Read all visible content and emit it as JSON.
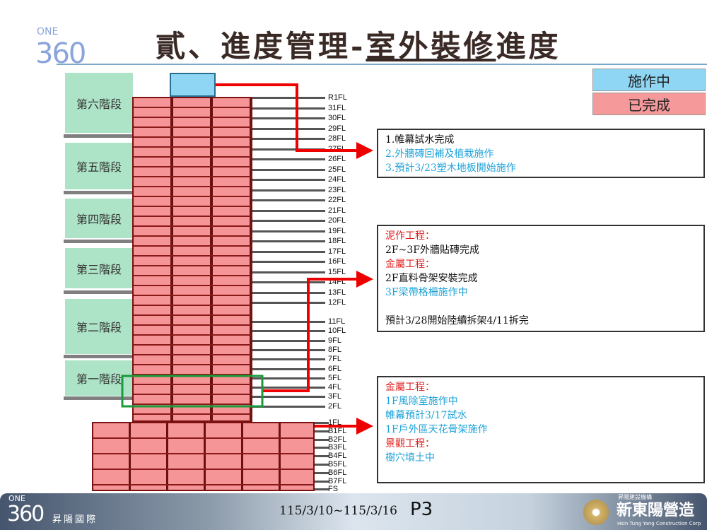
{
  "header": {
    "title_part1": "貳、進度管理-",
    "title_part2": "室外裝修",
    "title_part3": "進度",
    "logo_top": "ONE",
    "logo_num": "360"
  },
  "legend": {
    "in_progress": "施作中",
    "done": "已完成",
    "in_progress_color": "#8fd6f4",
    "done_color": "#f6999b"
  },
  "stages": [
    "第六階段",
    "第五階段",
    "第四階段",
    "第三階段",
    "第二階段",
    "第一階段"
  ],
  "floors": [
    "R1FL",
    "31FL",
    "30FL",
    "29FL",
    "28FL",
    "27FL",
    "26FL",
    "25FL",
    "24FL",
    "23FL",
    "22FL",
    "21FL",
    "20FL",
    "19FL",
    "18FL",
    "17FL",
    "16FL",
    "15FL",
    "14FL",
    "13FL",
    "12FL",
    "11FL",
    "10FL",
    "9FL",
    "8FL",
    "7FL",
    "6FL",
    "5FL",
    "4FL",
    "3FL",
    "2FL",
    "1FL",
    "B1FL",
    "B2FL",
    "B3FL",
    "B4FL",
    "B5FL",
    "B6FL",
    "B7FL",
    "FS"
  ],
  "notes": {
    "box1": [
      "1.帷幕試水完成",
      "2.外牆磚回補及植栽施作",
      "3.預計3/23塑木地板開始施作"
    ],
    "box2": [
      "泥作工程：",
      "2F~3F外牆貼磚完成",
      "金屬工程：",
      "2F直料骨架安裝完成",
      "3F梁帶格柵施作中",
      "預計3/28開始陸續拆架4/11拆完"
    ],
    "box3": [
      "金屬工程：",
      "1F風除室施作中",
      "帷幕預計3/17試水",
      "1F戶外區天花骨架施作",
      "景觀工程：",
      "樹穴填土中"
    ]
  },
  "footer": {
    "logo_num": "360",
    "logo_top": "ONE",
    "logo_name": "昇陽國際",
    "date_range": "115/3/10~115/3/16",
    "page": "P3",
    "company_small": "昇陽建設機構",
    "company": "新東陽營造",
    "company_en": "Hsin Tung Yang Construction Corp"
  }
}
